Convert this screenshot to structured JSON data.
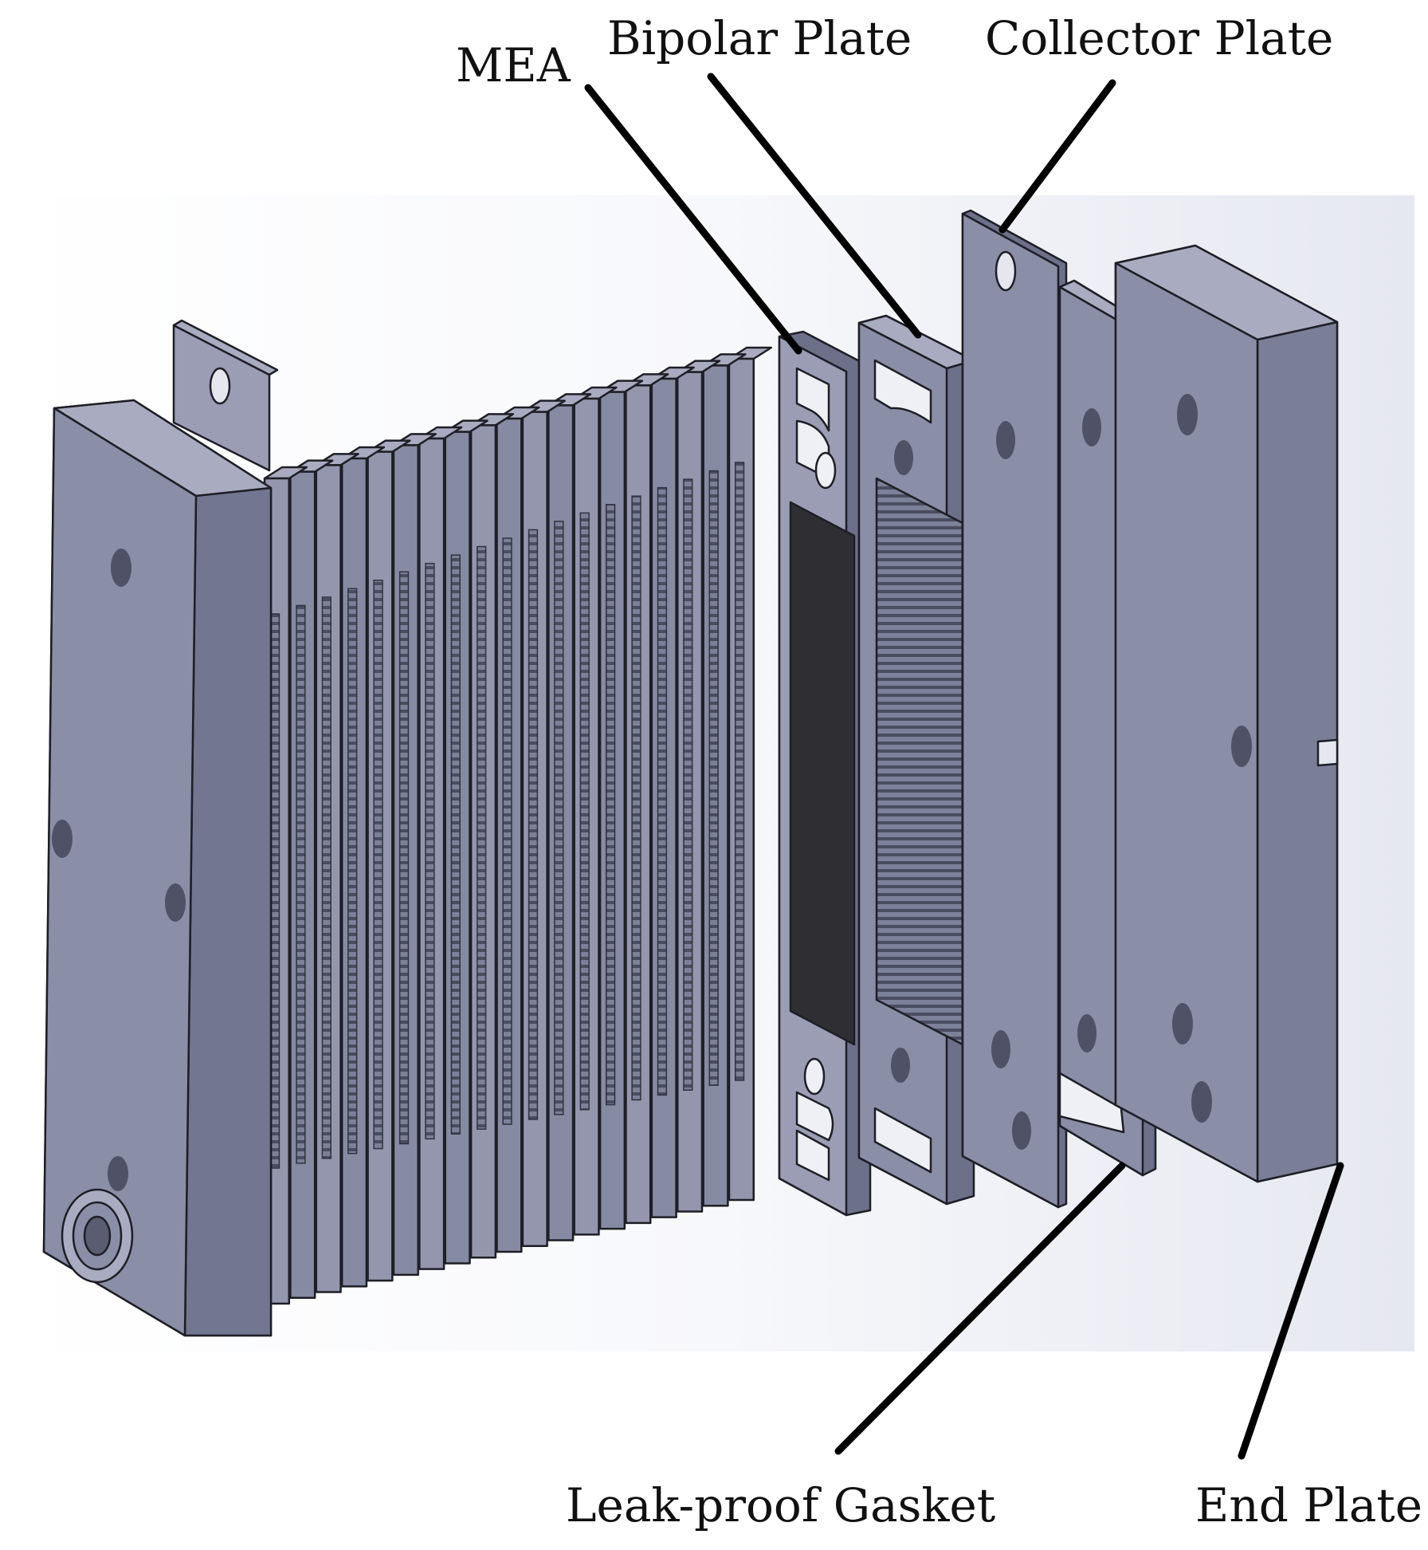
{
  "labels": {
    "mea": "MEA",
    "bipolar_plate": "Bipolar Plate",
    "collector_plate": "Collector Plate",
    "gasket": "Leak-proof Gasket",
    "end_plate": "End Plate"
  },
  "colors": {
    "face": "#8a8ea6",
    "face_light": "#9a9db4",
    "face_dark": "#6c7088",
    "top": "#a9acc0",
    "mea_active": "#2e2e33",
    "edge": "#1e1e26",
    "leader": "#000000",
    "backdrop": "#eef0f6"
  },
  "stack": {
    "cell_count": 19
  }
}
